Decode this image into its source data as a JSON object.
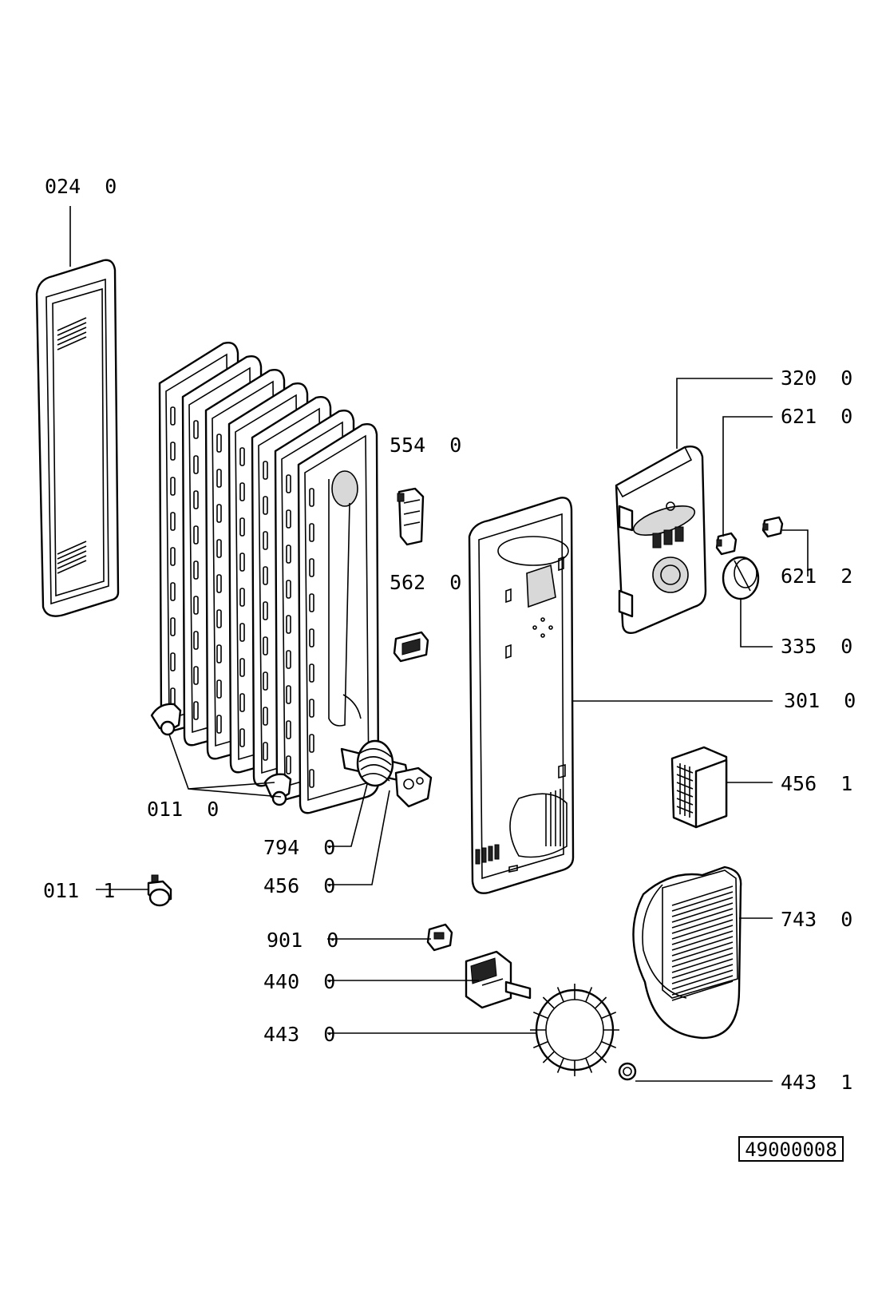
{
  "callouts": [
    {
      "id": "024-0",
      "text": "024  0"
    },
    {
      "id": "320-0",
      "text": "320  0"
    },
    {
      "id": "621-0",
      "text": "621  0"
    },
    {
      "id": "554-0",
      "text": "554  0"
    },
    {
      "id": "562-0",
      "text": "562  0"
    },
    {
      "id": "621-2",
      "text": "621  2"
    },
    {
      "id": "335-0",
      "text": "335  0"
    },
    {
      "id": "301-0",
      "text": "301  0"
    },
    {
      "id": "456-1",
      "text": "456  1"
    },
    {
      "id": "011-0",
      "text": "011  0"
    },
    {
      "id": "794-0",
      "text": "794  0"
    },
    {
      "id": "456-0",
      "text": "456  0"
    },
    {
      "id": "011-1",
      "text": "011  1"
    },
    {
      "id": "743-0",
      "text": "743  0"
    },
    {
      "id": "901-0",
      "text": "901  0"
    },
    {
      "id": "440-0",
      "text": "440  0"
    },
    {
      "id": "443-0",
      "text": "443  0"
    },
    {
      "id": "443-1",
      "text": "443  1"
    }
  ],
  "reference_number": "49000008"
}
